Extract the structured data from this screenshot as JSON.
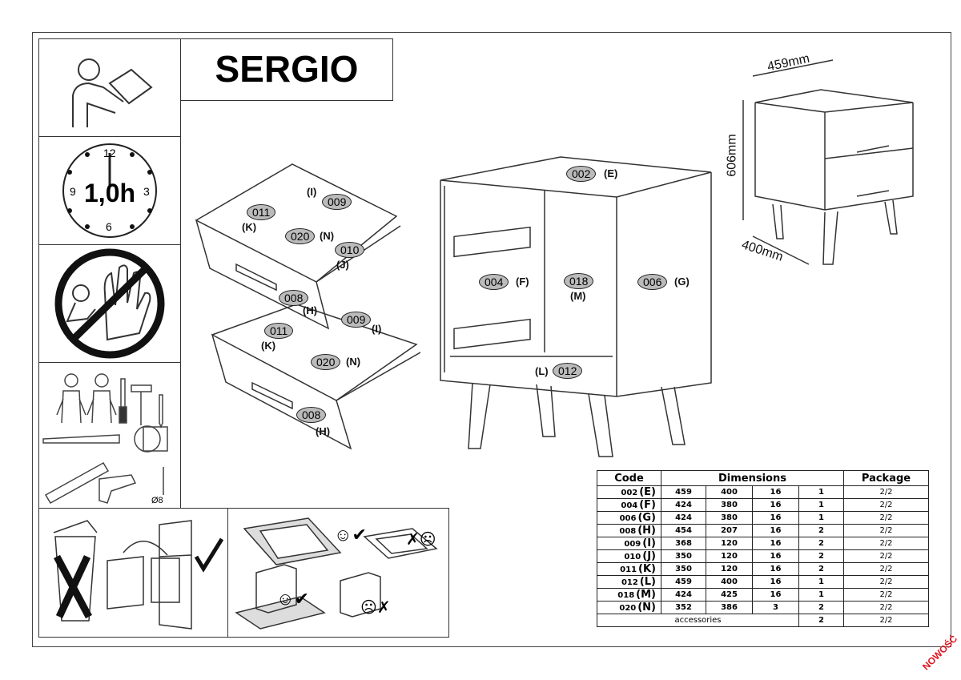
{
  "title": "SERGIO",
  "clock": {
    "time": "1,0h",
    "n12": "12",
    "n3": "3",
    "n6": "6",
    "n9": "9"
  },
  "tools": {
    "drill_bit": "Ø8"
  },
  "overall_dimensions": {
    "width": "459mm",
    "height": "606mm",
    "depth": "400mm"
  },
  "part_labels": {
    "p002": "002",
    "p002l": "(E)",
    "p004": "004",
    "p004l": "(F)",
    "p006": "006",
    "p006l": "(G)",
    "p018": "018",
    "p018l": "(M)",
    "p012": "012",
    "p012l": "(L)",
    "d1_011": "011",
    "d1_011l": "(K)",
    "d1_009": "009",
    "d1_009l": "(I)",
    "d1_020": "020",
    "d1_020l": "(N)",
    "d1_010": "010",
    "d1_010l": "(J)",
    "d1_008": "008",
    "d1_008l": "(H)",
    "d2_011": "011",
    "d2_011l": "(K)",
    "d2_009": "009",
    "d2_009l": "(I)",
    "d2_020": "020",
    "d2_020l": "(N)",
    "d2_008": "008",
    "d2_008l": "(H)"
  },
  "parts_table": {
    "headers": {
      "code": "Code",
      "dimensions": "Dimensions",
      "package": "Package"
    },
    "rows": [
      {
        "code": "002",
        "letter": "(E)",
        "a": "459",
        "b": "400",
        "c": "16",
        "qty": "1",
        "pkg": "2/2"
      },
      {
        "code": "004",
        "letter": "(F)",
        "a": "424",
        "b": "380",
        "c": "16",
        "qty": "1",
        "pkg": "2/2"
      },
      {
        "code": "006",
        "letter": "(G)",
        "a": "424",
        "b": "380",
        "c": "16",
        "qty": "1",
        "pkg": "2/2"
      },
      {
        "code": "008",
        "letter": "(H)",
        "a": "454",
        "b": "207",
        "c": "16",
        "qty": "2",
        "pkg": "2/2"
      },
      {
        "code": "009",
        "letter": "(I)",
        "a": "368",
        "b": "120",
        "c": "16",
        "qty": "2",
        "pkg": "2/2"
      },
      {
        "code": "010",
        "letter": "(J)",
        "a": "350",
        "b": "120",
        "c": "16",
        "qty": "2",
        "pkg": "2/2"
      },
      {
        "code": "011",
        "letter": "(K)",
        "a": "350",
        "b": "120",
        "c": "16",
        "qty": "2",
        "pkg": "2/2"
      },
      {
        "code": "012",
        "letter": "(L)",
        "a": "459",
        "b": "400",
        "c": "16",
        "qty": "1",
        "pkg": "2/2"
      },
      {
        "code": "018",
        "letter": "(M)",
        "a": "424",
        "b": "425",
        "c": "16",
        "qty": "1",
        "pkg": "2/2"
      },
      {
        "code": "020",
        "letter": "(N)",
        "a": "352",
        "b": "386",
        "c": "3",
        "qty": "2",
        "pkg": "2/2"
      }
    ],
    "accessories": {
      "label": "accessories",
      "qty": "2",
      "pkg": "2/2"
    }
  },
  "badge": "NOWOŚĆ"
}
